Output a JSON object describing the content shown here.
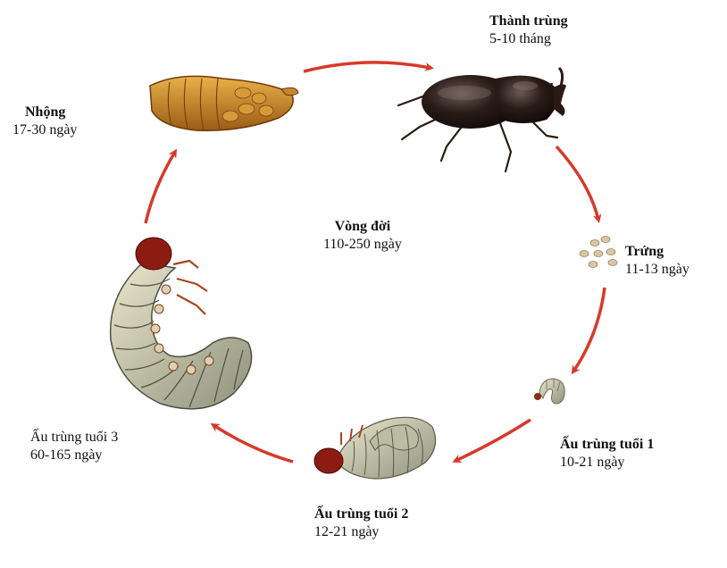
{
  "center": {
    "title": "Vòng đời",
    "duration": "110-250 ngày"
  },
  "stages": [
    {
      "id": "adult",
      "name": "Thành trùng",
      "duration": "5-10 tháng",
      "bold": true
    },
    {
      "id": "egg",
      "name": "Trứng",
      "duration": "11-13 ngày",
      "bold": true
    },
    {
      "id": "larva1",
      "name": "Ấu trùng tuổi 1",
      "duration": "10-21 ngày",
      "bold": true
    },
    {
      "id": "larva2",
      "name": "Ấu trùng tuổi 2",
      "duration": "12-21 ngày",
      "bold": true
    },
    {
      "id": "larva3",
      "name": "Ấu trùng tuổi 3",
      "duration": "60-165 ngày",
      "bold": false
    },
    {
      "id": "pupa",
      "name": "Nhộng",
      "duration": "17-30 ngày",
      "bold": true
    }
  ],
  "colors": {
    "arrow": "#d63a2a",
    "text": "#111111"
  },
  "illustrations": [
    "pupa-illustration",
    "beetle-illustration",
    "eggs-illustration",
    "larva1-illustration",
    "larva2-illustration",
    "larva3-illustration"
  ]
}
